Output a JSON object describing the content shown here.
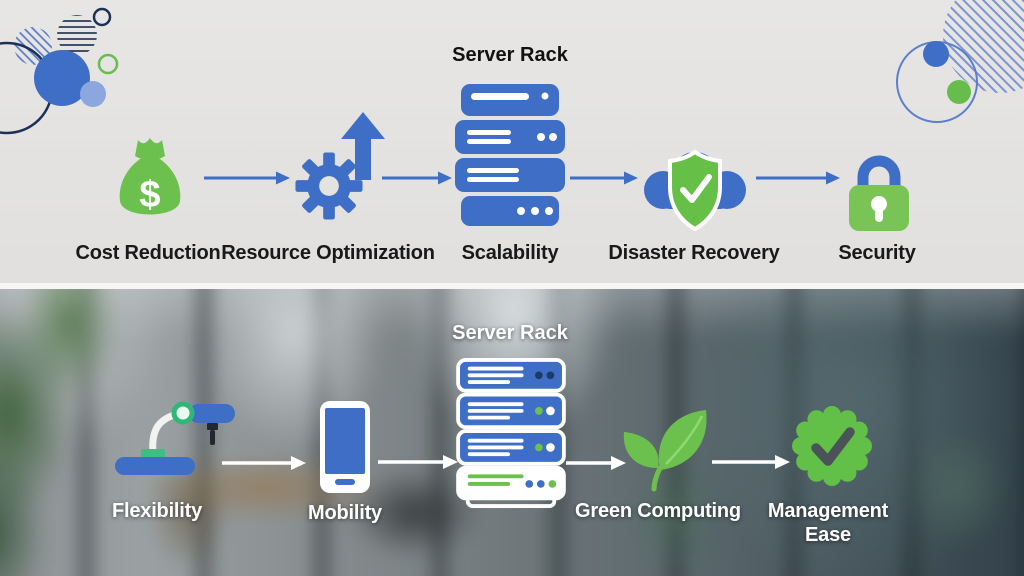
{
  "top": {
    "rack_title": "Server Rack",
    "dollar_sign": "$",
    "captions": {
      "cost_reduction": "Cost Reduction",
      "resource_optimization": "Resource Optimization",
      "scalability": "Scalability",
      "disaster_recovery": "Disaster Recovery",
      "security": "Security"
    },
    "icon_names": [
      "money-bag-icon",
      "gear-up-arrow-icon",
      "server-rack-icon",
      "cloud-shield-check-icon",
      "padlock-icon"
    ]
  },
  "bottom": {
    "rack_title": "Server Rack",
    "captions": {
      "flexibility": "Flexibility",
      "mobility": "Mobility",
      "green_computing": "Green Computing",
      "management_line1": "Management",
      "management_line2": "Ease"
    },
    "icon_names": [
      "desk-lamp-icon",
      "smartphone-icon",
      "server-rack-icon",
      "leaf-icon",
      "verified-badge-icon"
    ]
  },
  "colors": {
    "blue": "#3f6ec6",
    "green": "#6cc14e",
    "light_blue": "#8ca7de",
    "navy": "#1d3157",
    "teal_green": "#3ebd85",
    "dark_check": "#4b5258",
    "top_background": "#e4e3e1",
    "white": "#ffffff"
  }
}
